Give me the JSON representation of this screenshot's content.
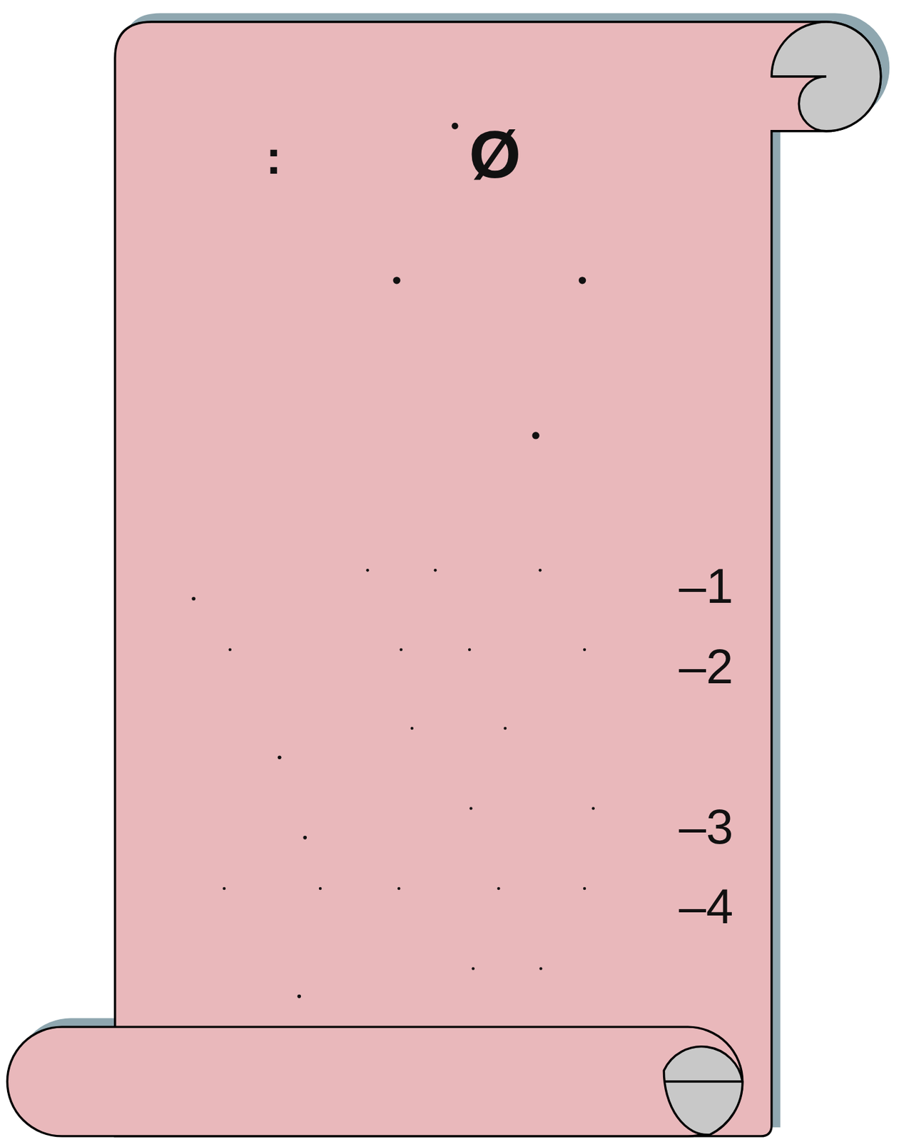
{
  "diagram": {
    "labels": [
      ":",
      "Ø",
      "–1",
      "–2",
      "–3",
      "–4"
    ]
  }
}
